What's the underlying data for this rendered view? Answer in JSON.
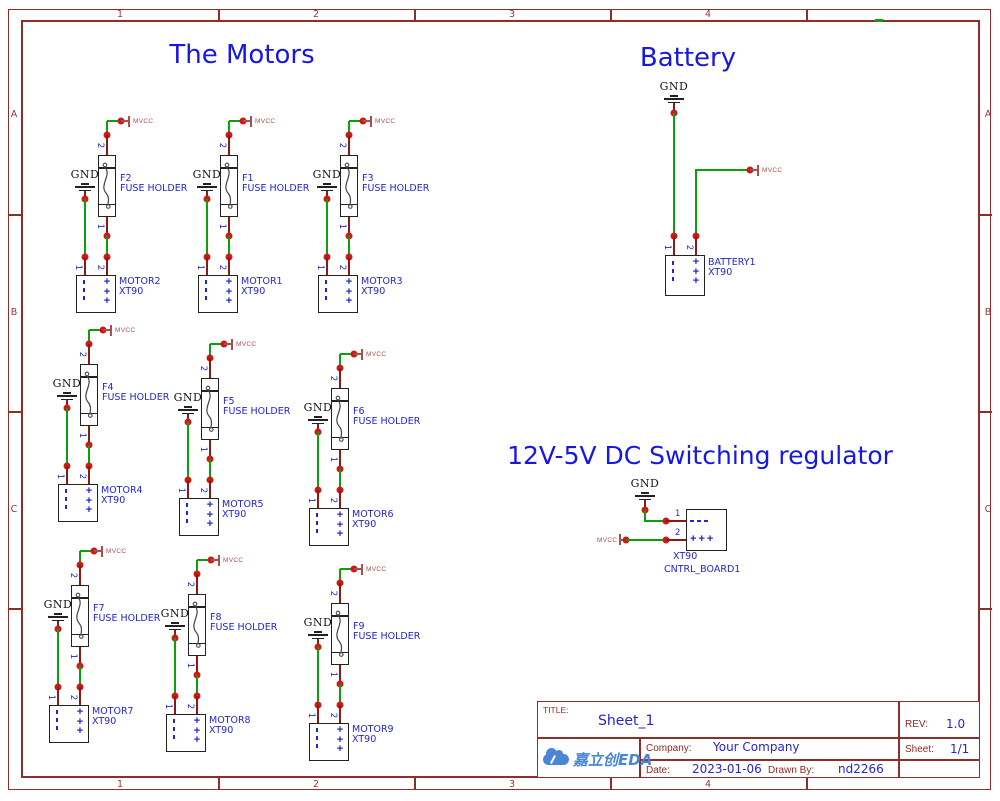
{
  "sheet": {
    "columns": [
      "1",
      "2",
      "3",
      "4",
      ""
    ],
    "rows": [
      "A",
      "B",
      "C",
      ""
    ]
  },
  "titles": {
    "motors": "The Motors",
    "battery": "Battery",
    "regulator": "12V-5V DC Switching regulator"
  },
  "nets": {
    "gnd": "GND",
    "mvcc": "MVCC"
  },
  "pins": {
    "p1": "1",
    "p2": "2",
    "positive": "+"
  },
  "circuits": [
    {
      "fuse_ref": "F2",
      "fuse_value": "FUSE HOLDER",
      "motor_ref": "MOTOR2",
      "motor_value": "XT90"
    },
    {
      "fuse_ref": "F1",
      "fuse_value": "FUSE HOLDER",
      "motor_ref": "MOTOR1",
      "motor_value": "XT90"
    },
    {
      "fuse_ref": "F3",
      "fuse_value": "FUSE HOLDER",
      "motor_ref": "MOTOR3",
      "motor_value": "XT90"
    },
    {
      "fuse_ref": "F4",
      "fuse_value": "FUSE HOLDER",
      "motor_ref": "MOTOR4",
      "motor_value": "XT90"
    },
    {
      "fuse_ref": "F5",
      "fuse_value": "FUSE HOLDER",
      "motor_ref": "MOTOR5",
      "motor_value": "XT90"
    },
    {
      "fuse_ref": "F6",
      "fuse_value": "FUSE HOLDER",
      "motor_ref": "MOTOR6",
      "motor_value": "XT90"
    },
    {
      "fuse_ref": "F7",
      "fuse_value": "FUSE HOLDER",
      "motor_ref": "MOTOR7",
      "motor_value": "XT90"
    },
    {
      "fuse_ref": "F8",
      "fuse_value": "FUSE HOLDER",
      "motor_ref": "MOTOR8",
      "motor_value": "XT90"
    },
    {
      "fuse_ref": "F9",
      "fuse_value": "FUSE HOLDER",
      "motor_ref": "MOTOR9",
      "motor_value": "XT90"
    }
  ],
  "battery": {
    "ref": "BATTERY1",
    "value": "XT90"
  },
  "regulator": {
    "value": "XT90",
    "ref": "CNTRL_BOARD1"
  },
  "title_block": {
    "title_label": "TITLE:",
    "title": "Sheet_1",
    "rev_label": "REV:",
    "rev": "1.0",
    "company_label": "Company:",
    "company": "Your Company",
    "sheet_label": "Sheet:",
    "sheet": "1/1",
    "date_label": "Date:",
    "date": "2023-01-06",
    "drawn_by_label": "Drawn By:",
    "drawn_by": "nd2266",
    "logo_text": "嘉立创EDA"
  },
  "colors": {
    "frame": "#8d2e28",
    "wire": "#0ca00c",
    "junction": "#d21717",
    "pin": "#8a1b14",
    "label_blue": "#2525cf",
    "title_blue": "#1717e4",
    "net_flag": "#a85050",
    "logo_blue": "#4a86d8"
  }
}
